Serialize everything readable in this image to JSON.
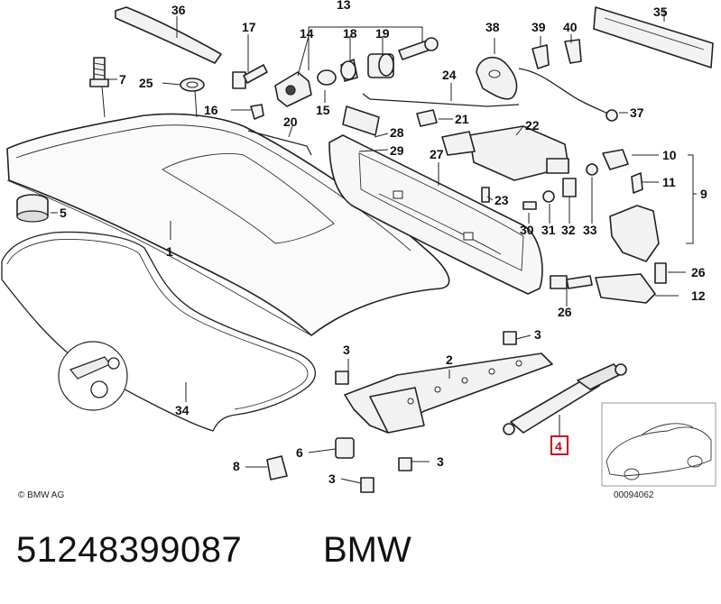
{
  "diagram": {
    "labels": [
      "36",
      "13",
      "17",
      "14",
      "18",
      "19",
      "38",
      "39",
      "40",
      "35",
      "7",
      "25",
      "24",
      "16",
      "15",
      "20",
      "21",
      "22",
      "37",
      "28",
      "29",
      "27",
      "10",
      "11",
      "9",
      "23",
      "30",
      "31",
      "32",
      "33",
      "5",
      "1",
      "26",
      "12",
      "26",
      "3",
      "2",
      "3",
      "34",
      "6",
      "3",
      "8",
      "3",
      "4"
    ],
    "highlighted_label": "4",
    "highlight_color": "#d0021b",
    "copyright": "© BMW AG",
    "reference_code": "00094062"
  },
  "footer": {
    "part_number": "51248399087",
    "brand": "BMW"
  }
}
